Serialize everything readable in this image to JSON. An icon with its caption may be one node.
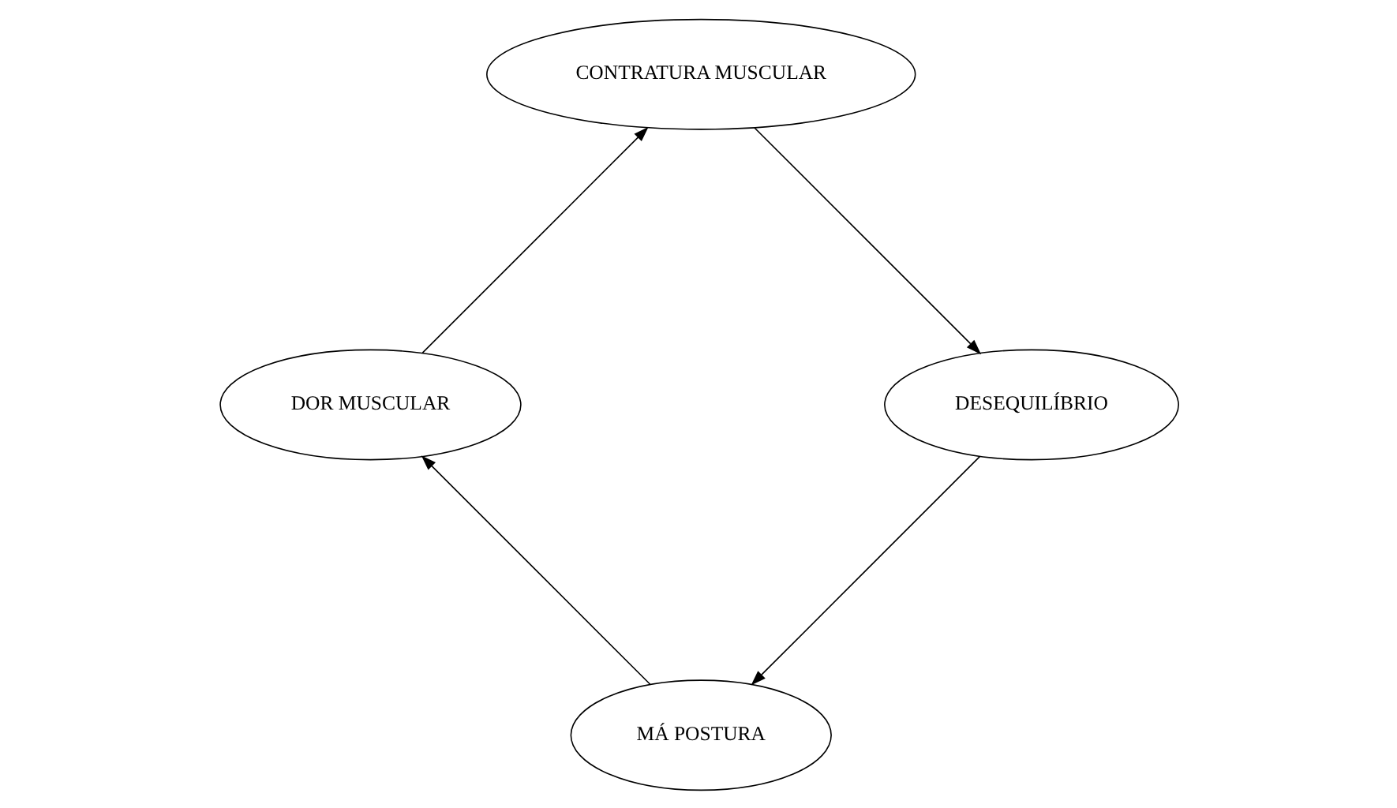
{
  "diagram": {
    "nodes": [
      {
        "text": [
          "MÁ POSTURA"
        ]
      },
      {
        "text": [
          "DOR MUSCULAR"
        ]
      },
      {
        "text": [
          "DESEQUILÍBRIO"
        ]
      },
      {
        "text": [
          "CONTRATURA MUSCULAR"
        ]
      }
    ],
    "edges": [
      {
        "from": 0,
        "to": 1,
        "arrow": "to"
      },
      {
        "from": 1,
        "to": 3,
        "arrow": "to"
      },
      {
        "from": 3,
        "to": 2,
        "arrow": "to"
      },
      {
        "from": 2,
        "to": 0,
        "arrow": "to"
      }
    ]
  }
}
